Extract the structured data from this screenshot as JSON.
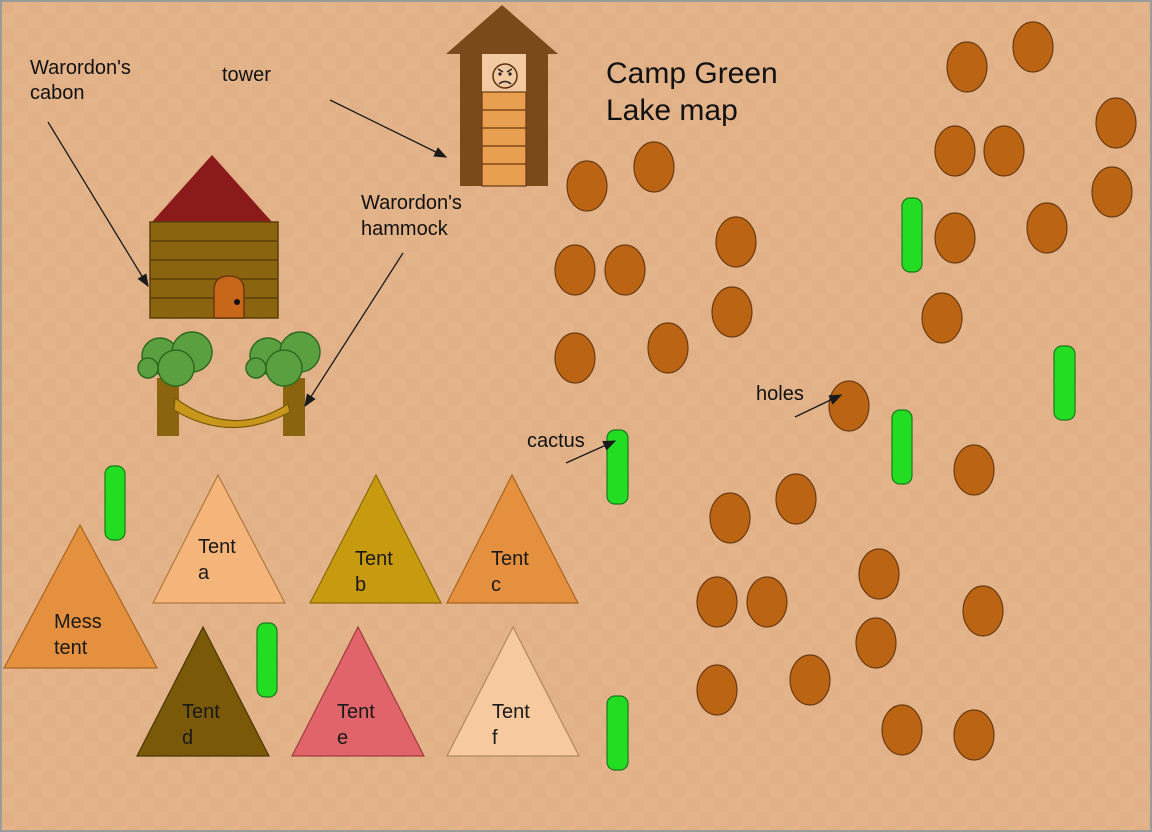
{
  "map": {
    "title_line1": "Camp Green",
    "title_line2": "Lake map",
    "colors": {
      "ground": "#e3b48a",
      "ground_checker": "#dcaa7e",
      "border": "#9a9a9a",
      "hole": "#bb6414",
      "hole_outline": "#6b3a10",
      "cactus": "#22dd22",
      "cactus_outline": "#1a7a1a",
      "arrow": "#1a1a1a"
    }
  },
  "annotations": {
    "cabin_label_line1": "Warordon's",
    "cabin_label_line2": "cabon",
    "tower_label": "tower",
    "hammock_label_line1": "Warordon's",
    "hammock_label_line2": "hammock",
    "holes_label": "holes",
    "cactus_label": "cactus"
  },
  "tents": {
    "mess": {
      "line1": "Mess",
      "line2": "tent",
      "color": "#e5903e"
    },
    "a": {
      "line1": "Tent",
      "line2": "a",
      "color": "#f5b47a"
    },
    "b": {
      "line1": "Tent",
      "line2": "b",
      "color": "#c89a10"
    },
    "c": {
      "line1": "Tent",
      "line2": "c",
      "color": "#e5903e"
    },
    "d": {
      "line1": "Tent",
      "line2": "d",
      "color": "#7a5a08"
    },
    "e": {
      "line1": "Tent",
      "line2": "e",
      "color": "#e0646a"
    },
    "f": {
      "line1": "Tent",
      "line2": "f",
      "color": "#f7c99e"
    }
  },
  "landmarks": {
    "cabin": {
      "roof_color": "#8b1a1a",
      "wall_color": "#8b6410",
      "door_color": "#c8661a"
    },
    "tower": {
      "frame_color": "#7a4a1a",
      "ladder_color": "#e8a050",
      "face_color": "#f2c9a0"
    },
    "hammock": {
      "trunk_color": "#8b6410",
      "foliage_color": "#5aa040",
      "hammock_color": "#c8961a"
    }
  }
}
